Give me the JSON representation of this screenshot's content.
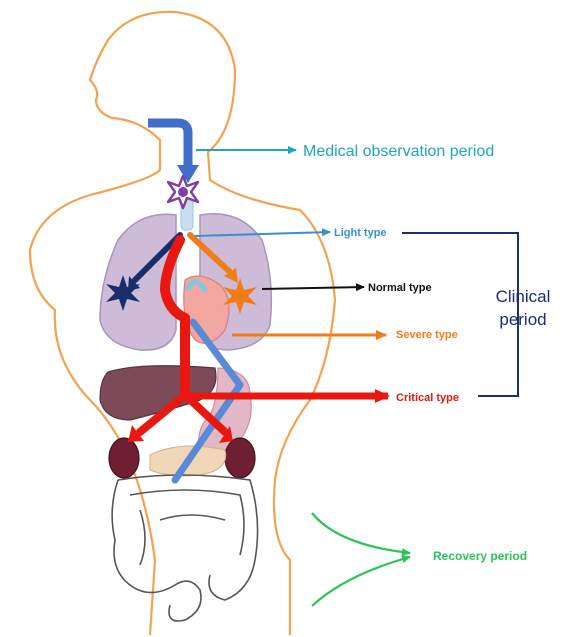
{
  "labels": {
    "medical_observation": "Medical observation period",
    "light": "Light type",
    "normal": "Normal type",
    "severe": "Severe type",
    "critical": "Critical type",
    "clinical_line1": "Clinical",
    "clinical_line2": "period",
    "recovery": "Recovery period"
  },
  "colors": {
    "body_outline": "#f3a24e",
    "lung_fill": "#cdbbd8",
    "medical_observation": "#1fa6c0",
    "light": "#3a8fd1",
    "normal": "#111111",
    "severe": "#f07d1a",
    "critical": "#e8170f",
    "clinical": "#1c2f73",
    "recovery": "#2cc45a",
    "blue_arrow": "#3f6fc8",
    "virus_purple": "#7b3fa8",
    "navy_star": "#1a2d6b",
    "orange_star": "#f07d1a"
  },
  "icons": [
    "virus-icon",
    "navy-star-icon",
    "orange-star-icon"
  ]
}
